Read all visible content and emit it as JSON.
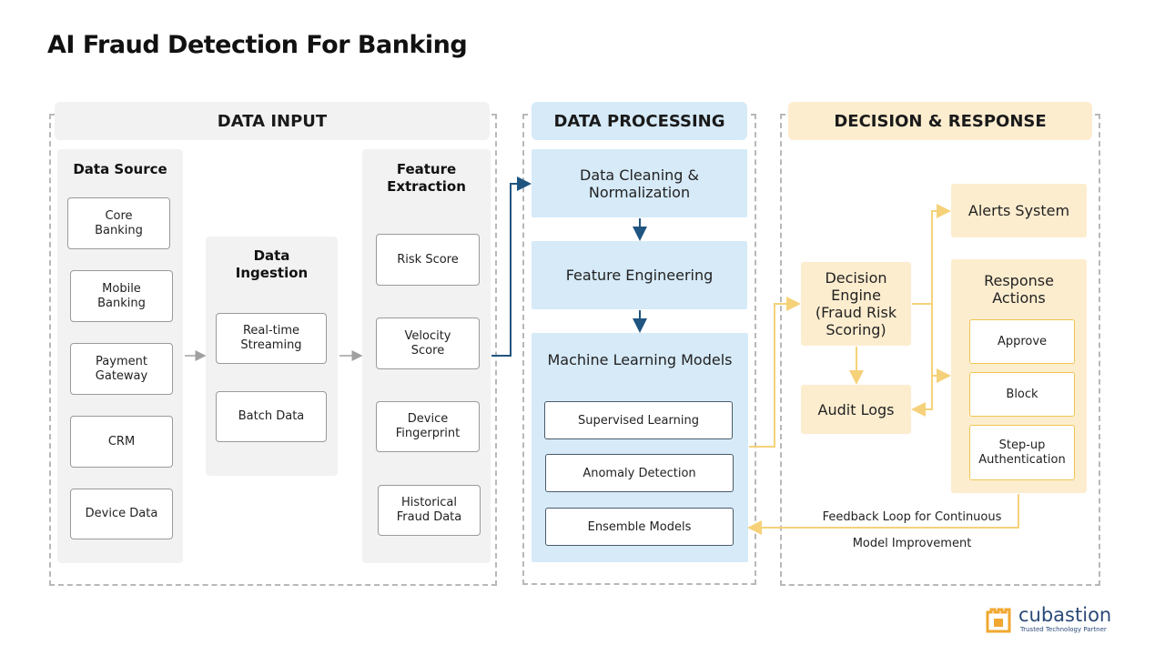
{
  "title": "AI Fraud Detection For Banking",
  "sections": {
    "input": "DATA INPUT",
    "processing": "DATA PROCESSING",
    "decision": "DECISION & RESPONSE"
  },
  "data_source": {
    "heading": "Data Source",
    "items": [
      "Core\nBanking",
      "Mobile\nBanking",
      "Payment\nGateway",
      "CRM",
      "Device Data"
    ]
  },
  "ingestion": {
    "heading": "Data\nIngestion",
    "items": [
      "Real-time\nStreaming",
      "Batch Data"
    ]
  },
  "features": {
    "heading": "Feature\nExtraction",
    "items": [
      "Risk Score",
      "Velocity\nScore",
      "Device\nFingerprint",
      "Historical\nFraud Data"
    ]
  },
  "processing": {
    "cleaning": "Data Cleaning &\nNormalization",
    "engineering": "Feature Engineering",
    "ml_heading": "Machine Learning Models",
    "ml_items": [
      "Supervised Learning",
      "Anomaly Detection",
      "Ensemble Models"
    ]
  },
  "decision": {
    "engine": "Decision\nEngine\n(Fraud Risk\nScoring)",
    "audit": "Audit Logs",
    "alerts": "Alerts System",
    "response_heading": "Response\nActions",
    "response_items": [
      "Approve",
      "Block",
      "Step-up\nAuthentication"
    ]
  },
  "feedback": {
    "line1": "Feedback Loop for Continuous",
    "line2": "Model Improvement"
  },
  "logo": {
    "name": "cubastion",
    "tagline": "Trusted Technology Partner"
  },
  "colors": {
    "blue": "#d6eaf8",
    "peach": "#fdedcf",
    "arrow_blue": "#1f5580",
    "arrow_yellow": "#f5d27a",
    "logo_orange": "#f0a830",
    "logo_navy": "#2b4a78"
  }
}
